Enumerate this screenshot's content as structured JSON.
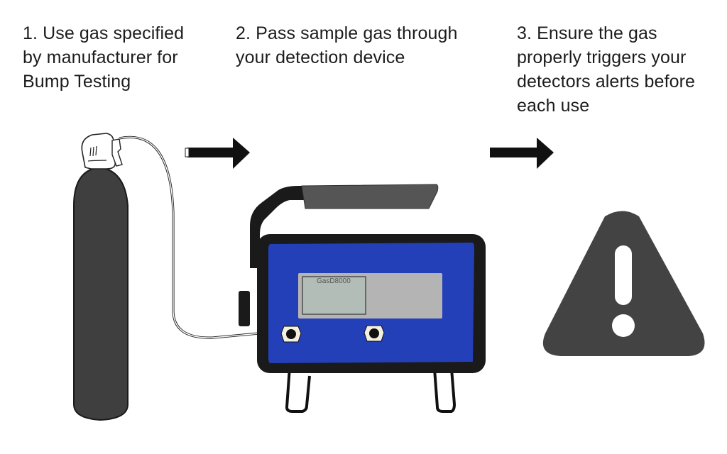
{
  "steps": [
    {
      "lines": [
        "1. Use gas specified",
        "by manufacturer for",
        "Bump Testing"
      ]
    },
    {
      "lines": [
        "2. Pass sample gas through",
        "your detection device"
      ]
    },
    {
      "lines": [
        "3. Ensure the gas",
        "properly triggers your",
        "detectors alerts before",
        "each use"
      ]
    }
  ],
  "device": {
    "label": "GasD8000"
  },
  "colors": {
    "text": "#1c1c1c",
    "device_body": "#2340b8",
    "device_frame": "#1a1a1a",
    "display": "#b4b4b4",
    "screen": "#b2bdb8",
    "cylinder": "#3f3f3f",
    "warning": "#434343",
    "handle_grip": "#555555"
  },
  "icons": [
    "gas-cylinder-icon",
    "arrow-right-icon",
    "gas-detector-icon",
    "warning-triangle-icon"
  ]
}
